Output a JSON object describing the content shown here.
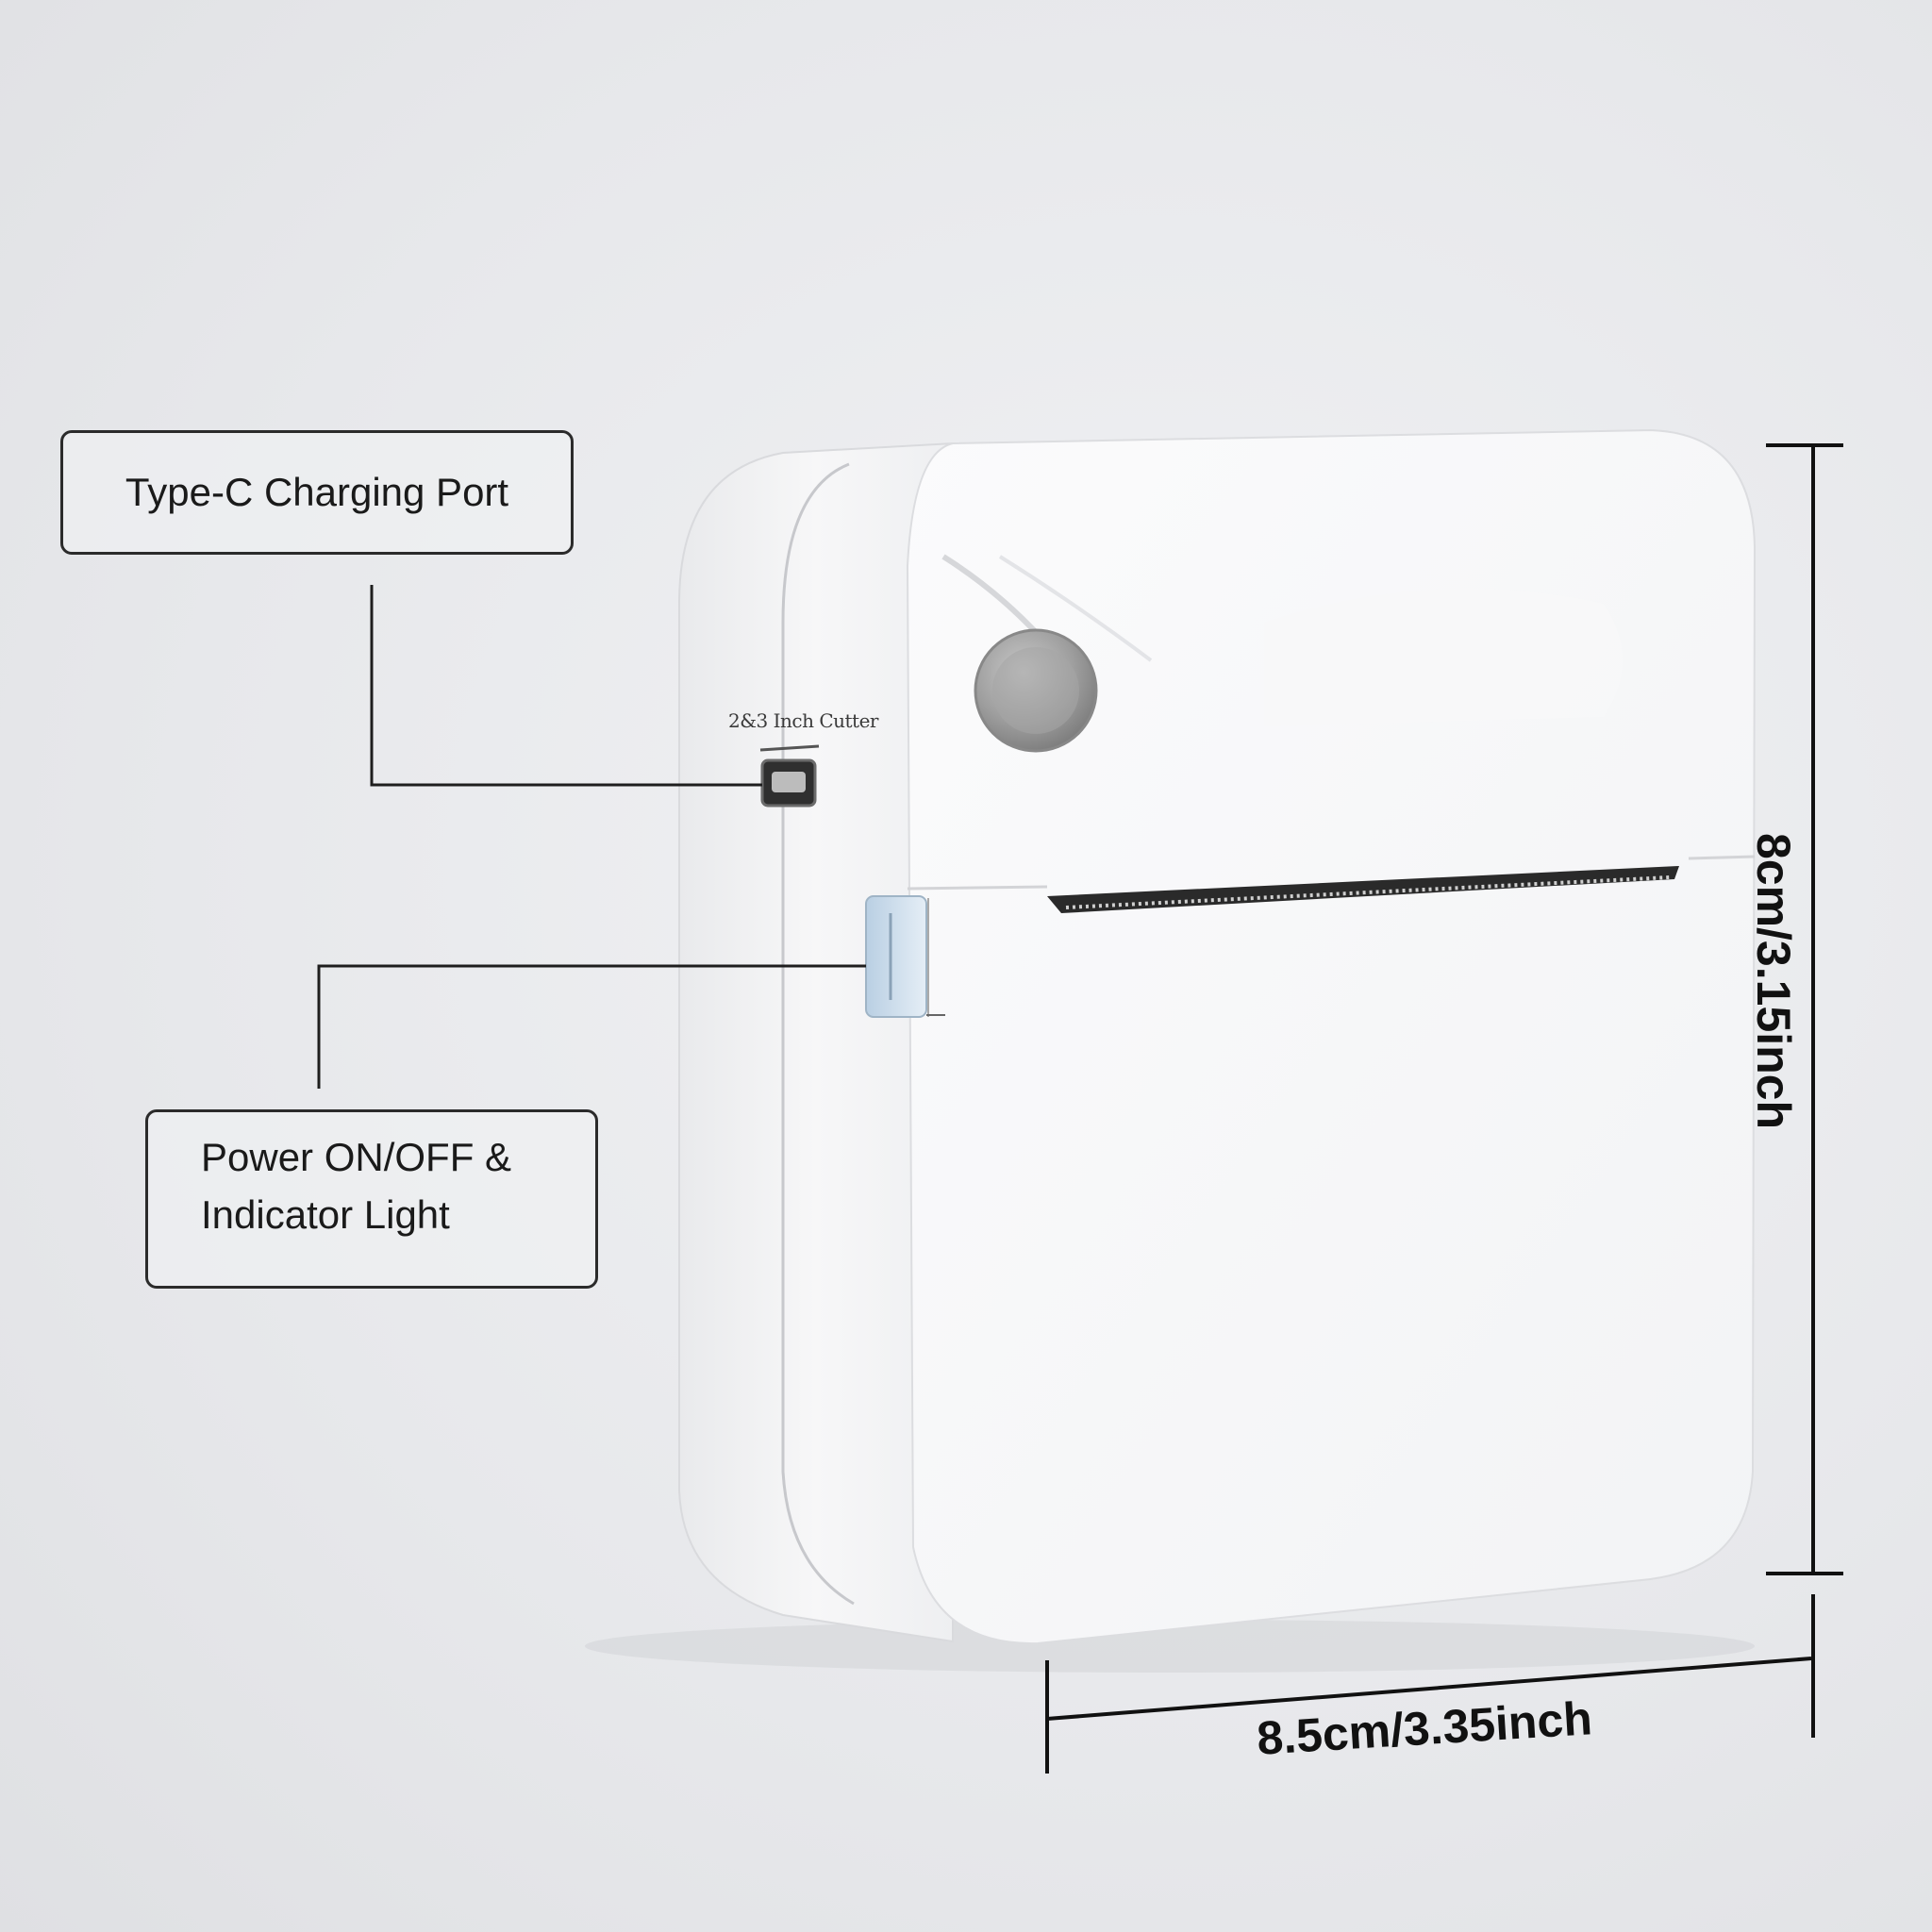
{
  "callouts": {
    "charging_port": "Type-C Charging Port",
    "power_line1": "Power ON/OFF &",
    "power_line2": "Indicator Light"
  },
  "device": {
    "side_label": "2&3 Inch Cutter"
  },
  "dimensions": {
    "height": "8cm/3.15inch",
    "width": "8.5cm/3.35inch"
  }
}
